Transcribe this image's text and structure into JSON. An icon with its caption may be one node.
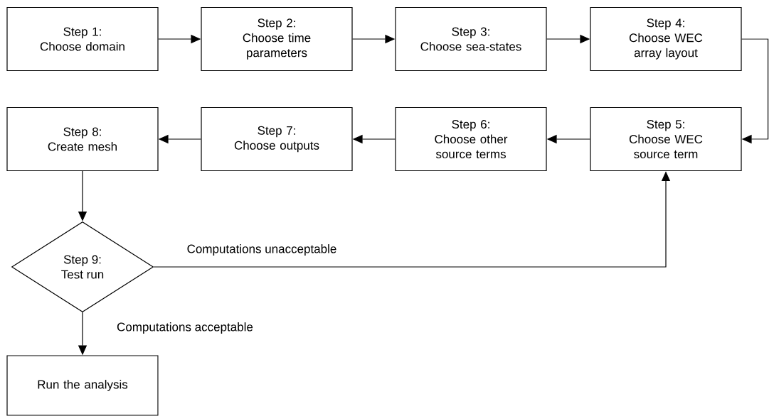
{
  "diagram": {
    "nodes": [
      {
        "text": [
          "Step 1:",
          "Choose domain"
        ]
      },
      {
        "text": [
          "Step 2:",
          "Choose time parameters"
        ]
      },
      {
        "text": [
          "Step 3:",
          "Choose sea-states"
        ]
      },
      {
        "text": [
          "Step 4:",
          "Choose WEC array layout"
        ]
      },
      {
        "text": [
          "Step 5:",
          "Choose WEC source term"
        ]
      },
      {
        "text": [
          "Step 6:",
          "Choose other source terms"
        ]
      },
      {
        "text": [
          "Step 7:",
          "Choose outputs"
        ]
      },
      {
        "text": [
          "Step 8:",
          "Create mesh"
        ]
      },
      {
        "text": [
          "Step 9:",
          "Test run"
        ]
      },
      {
        "text": [
          "Run the analysis"
        ]
      }
    ],
    "edges": [
      {
        "from": 0,
        "to": 1,
        "arrow": "to"
      },
      {
        "from": 1,
        "to": 2,
        "arrow": "to"
      },
      {
        "from": 2,
        "to": 3,
        "arrow": "to"
      },
      {
        "from": 3,
        "to": 4,
        "arrow": "to"
      },
      {
        "from": 4,
        "to": 5,
        "arrow": "to"
      },
      {
        "from": 5,
        "to": 6,
        "arrow": "to"
      },
      {
        "from": 6,
        "to": 7,
        "arrow": "to"
      },
      {
        "from": 7,
        "to": 8,
        "arrow": "to"
      },
      {
        "from": 8,
        "to": 4,
        "arrow": "to",
        "label": "Computations unacceptable"
      },
      {
        "from": 8,
        "to": 9,
        "arrow": "to",
        "label": "Computations acceptable"
      }
    ]
  }
}
